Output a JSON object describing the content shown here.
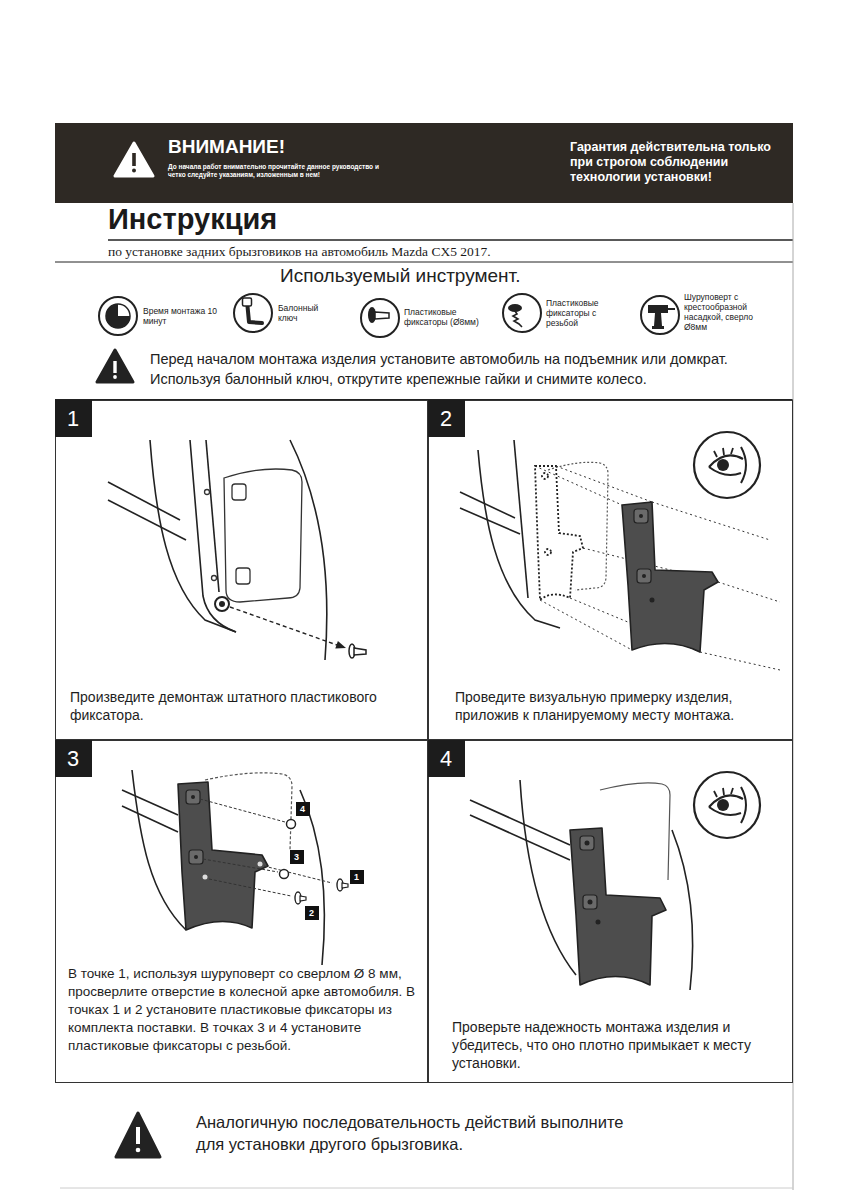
{
  "diagram": {
    "title": "Инструкция",
    "caption": "по установке задних брызговиков на автомобиль Mazda CX5 2017.",
    "nodes": [
      {
        "text": [
          "ВНИМАНИЕ!",
          "До начала работ внимательно прочитайте данное руководство и четко следуйте указаниям, изложенным в нем!",
          "Гарантия действительна только при строгом соблюдении технологии установки!"
        ]
      },
      {
        "text": [
          "Произведите демонтаж штатного пластикового фиксатора."
        ]
      },
      {
        "text": [
          "1"
        ],
        "in": 1
      },
      {
        "text": [
          "Проведите визуальную примерку изделия, приложив к планируемому месту монтажа."
        ]
      },
      {
        "text": [
          "2"
        ],
        "in": 3
      },
      {
        "text": [
          "В точке 1, используя шуруповерт со сверлом Ø 8 мм, просверлите отверстие в колесной арке автомобиля. В точках 1 и 2 установите пластиковые фиксаторы из комплекта поставки. В точках 3 и 4 установите пластиковые фиксаторы с резьбой."
        ]
      },
      {
        "text": [
          "3"
        ],
        "in": 5
      },
      {
        "text": [
          "4"
        ],
        "in": 5
      },
      {
        "text": [
          "3"
        ],
        "in": 5
      },
      {
        "text": [
          "1"
        ],
        "in": 5
      },
      {
        "text": [
          "2"
        ],
        "in": 5
      },
      {
        "text": [
          "Проверьте надежность монтажа изделия и убедитесь, что оно плотно примыкает к месту установки."
        ]
      },
      {
        "text": [
          "4"
        ],
        "in": 11
      }
    ],
    "labels": [
      "Используемый инструмент.",
      "Время монтажа 10 минут",
      "Балонный ключ",
      "Пластиковые фиксаторы (Ø8мм)",
      "Пластиковые фиксаторы с резьбой",
      "Шуруповерт с крестообразной насадкой, сверло Ø8мм",
      "Перед началом монтажа изделия установите автомобиль на подъемник или домкрат.",
      "Используя балонный ключ, открутите крепежные гайки и снимите колесо.",
      "Аналогичную последовательность действий выполните",
      "для установки другого брызговика."
    ]
  }
}
